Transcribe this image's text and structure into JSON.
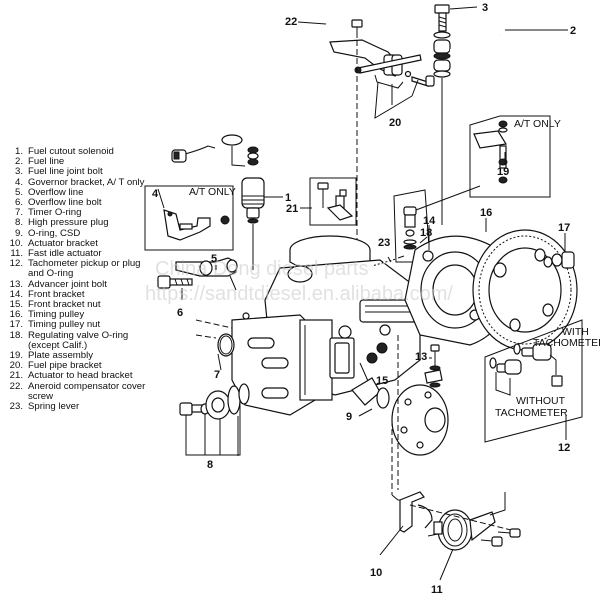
{
  "legend": [
    {
      "num": "1.",
      "text": "Fuel cutout solenoid"
    },
    {
      "num": "2.",
      "text": "Fuel line"
    },
    {
      "num": "3.",
      "text": "Fuel line joint bolt"
    },
    {
      "num": "4.",
      "text": "Governor bracket, A/ T only"
    },
    {
      "num": "5.",
      "text": "Overflow line"
    },
    {
      "num": "6.",
      "text": "Overflow line bolt"
    },
    {
      "num": "7.",
      "text": "Timer O-ring"
    },
    {
      "num": "8.",
      "text": "High pressure plug"
    },
    {
      "num": "9.",
      "text": "O-ring, CSD"
    },
    {
      "num": "10.",
      "text": "Actuator bracket"
    },
    {
      "num": "11.",
      "text": "Fast idle actuator"
    },
    {
      "num": "12.",
      "text": "Tachometer pickup or plug and O-ring"
    },
    {
      "num": "13.",
      "text": "Advancer joint bolt"
    },
    {
      "num": "14.",
      "text": "Front bracket"
    },
    {
      "num": "15.",
      "text": "Front bracket nut"
    },
    {
      "num": "16.",
      "text": "Timing pulley"
    },
    {
      "num": "17.",
      "text": "Timing pulley nut"
    },
    {
      "num": "18.",
      "text": "Regulating valve O-ring (except Calif.)"
    },
    {
      "num": "19.",
      "text": "Plate assembly"
    },
    {
      "num": "20.",
      "text": "Fuel pipe bracket"
    },
    {
      "num": "21.",
      "text": "Actuator to head bracket"
    },
    {
      "num": "22.",
      "text": "Aneroid compensator cover screw"
    },
    {
      "num": "23.",
      "text": "Spring lever"
    }
  ],
  "callouts": {
    "c1": "1",
    "c2": "2",
    "c3": "3",
    "c4": "4",
    "c5": "5",
    "c6": "6",
    "c7": "7",
    "c8": "8",
    "c9": "9",
    "c10": "10",
    "c11": "11",
    "c12": "12",
    "c13": "13",
    "c14": "14",
    "c15": "15",
    "c16": "16",
    "c17": "17",
    "c18": "18",
    "c19": "19",
    "c20": "20",
    "c21": "21",
    "c22": "22",
    "c23": "23"
  },
  "box_labels": {
    "at_only_left": "A/T ONLY",
    "at_only_right": "A/T ONLY",
    "with_tach_1": "WITH",
    "with_tach_2": "TACHOMETER",
    "without_tach_1": "WITHOUT",
    "without_tach_2": "TACHOMETER"
  },
  "watermark": {
    "line1": "China Dong diesel parts",
    "line2": "https://sandtdiesel.en.alibaba.com/"
  }
}
